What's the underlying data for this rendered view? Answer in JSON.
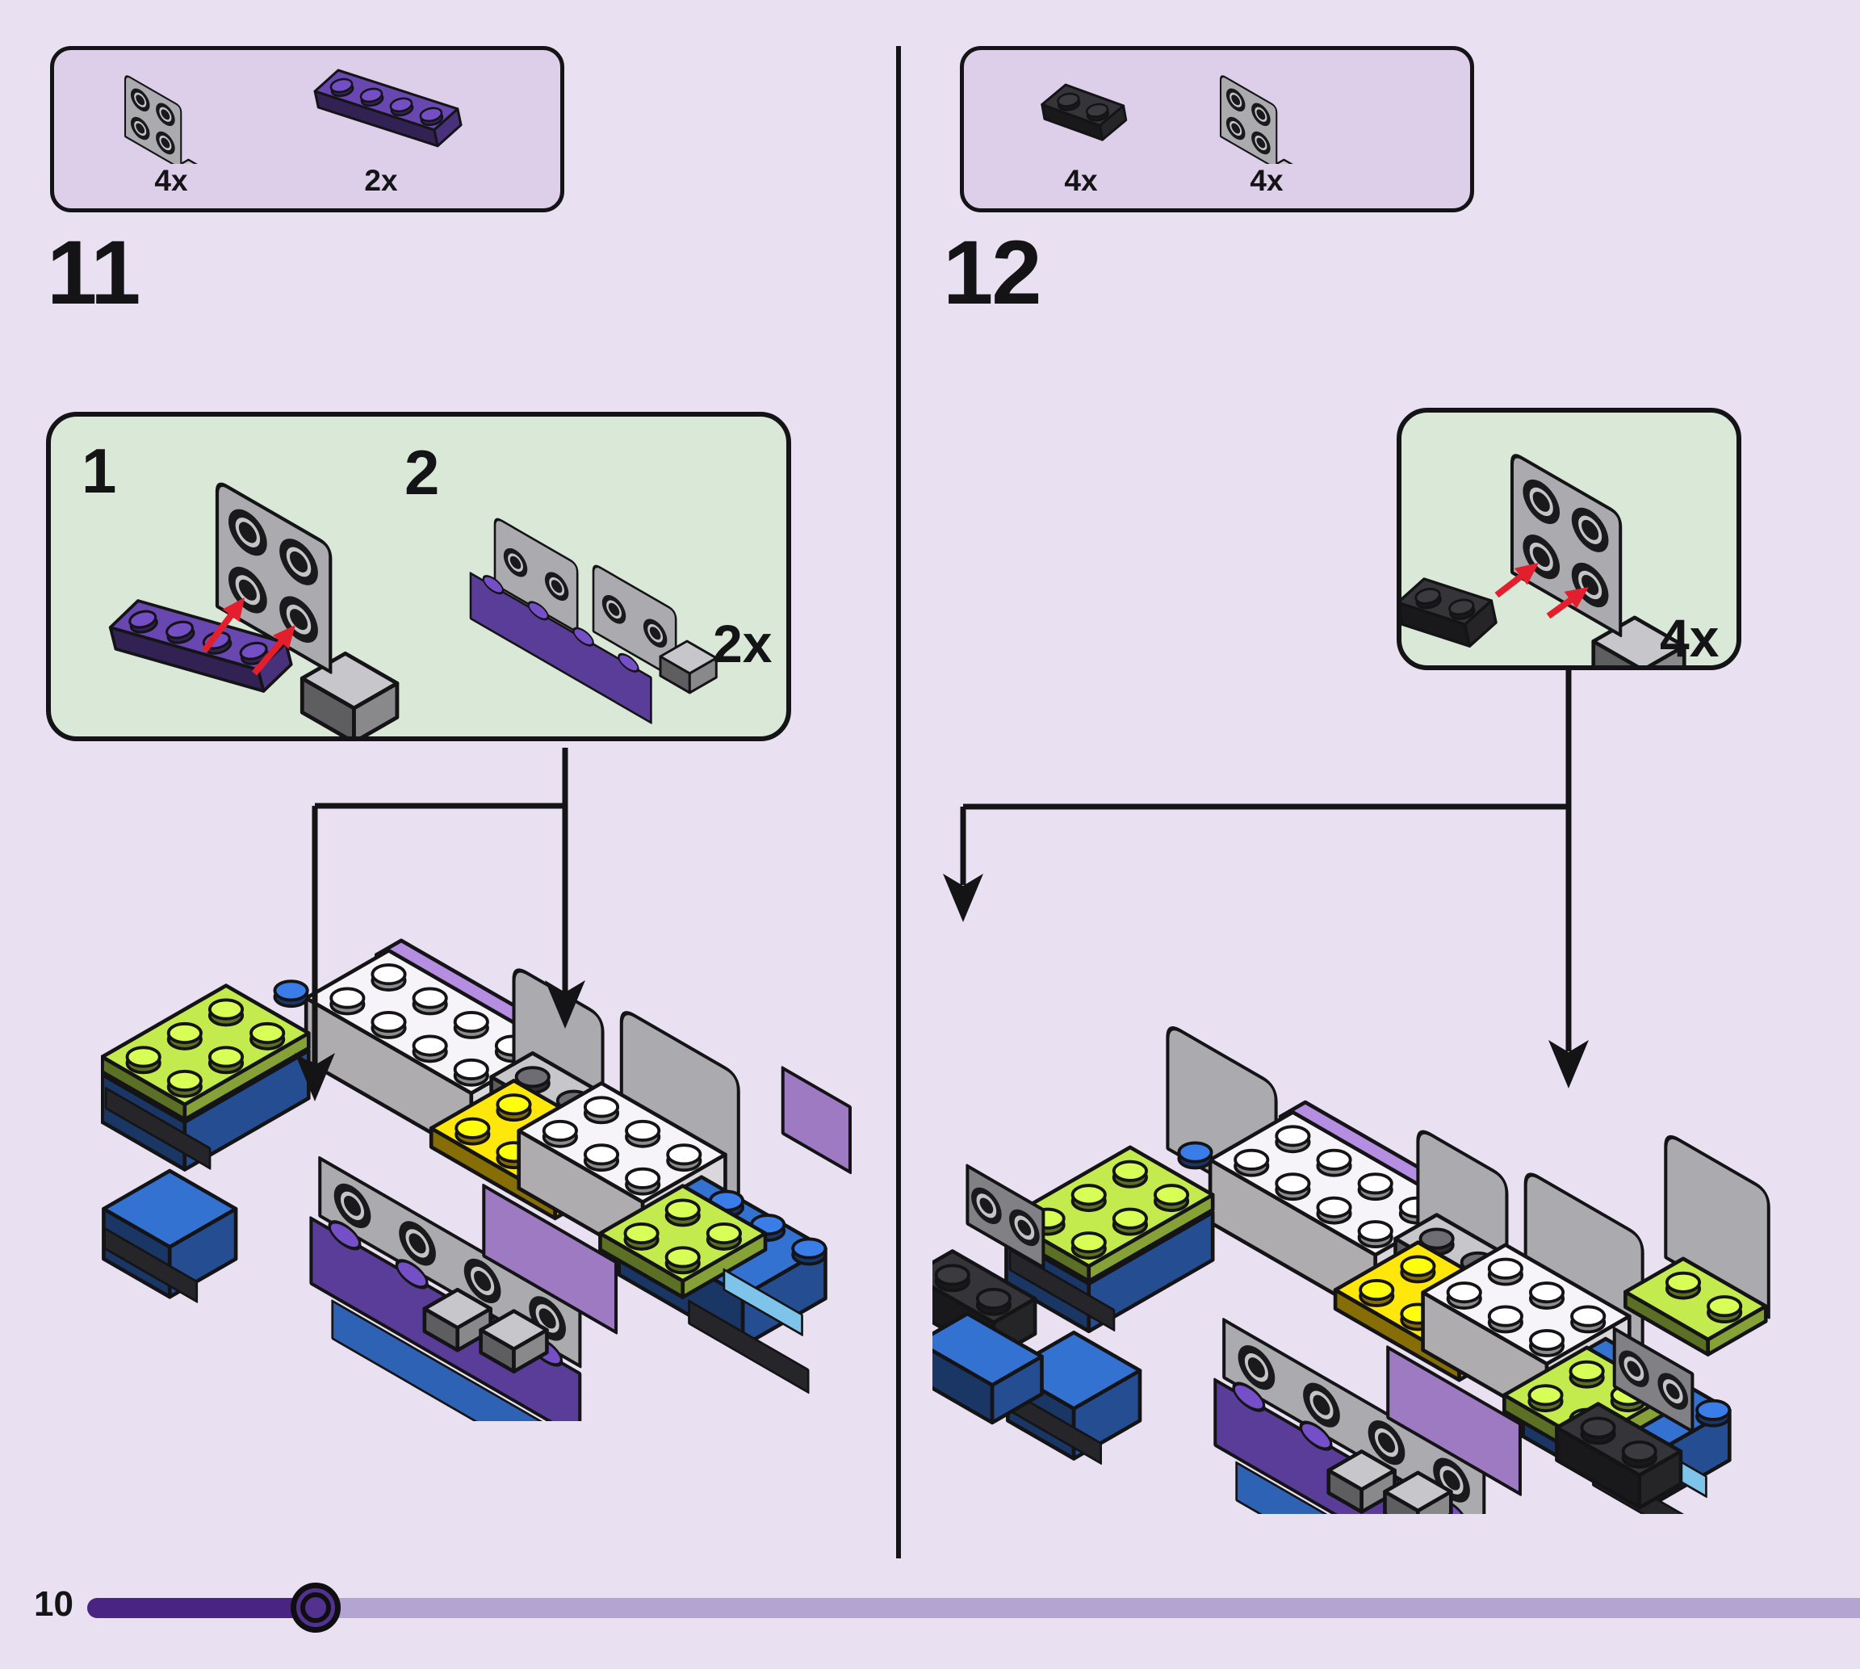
{
  "app": {
    "type": "lego-building-instructions-page"
  },
  "colors": {
    "background": "#e9e1f1",
    "parts_box_fill": "#ddcfe9",
    "subassembly_box_fill": "#d9e8d7",
    "outline": "#141417",
    "arrow_red": "#e41f2d",
    "slider_track": "#b3a4d1",
    "slider_fill": "#4a2483",
    "slider_knob": "#53318f",
    "palette": {
      "dark_purple": "#5a3d99",
      "medium_purple": "#9d7ac2",
      "blue": "#2d62b5",
      "azure": "#7ec3ea",
      "lime": "#a8cb43",
      "yellow": "#f5c70a",
      "white": "#f1eff3",
      "light_gray": "#ababaf",
      "dark_gray": "#808085",
      "black": "#2e2e31"
    }
  },
  "left_step": {
    "number": "11",
    "parts": [
      {
        "qty": "4x",
        "part": "bracket-1x2-2x2-light-gray"
      },
      {
        "qty": "2x",
        "part": "plate-1x4-dark-purple"
      }
    ],
    "callout": {
      "substep1": "1",
      "substep2": "2",
      "quantity": "2x"
    }
  },
  "right_step": {
    "number": "12",
    "parts": [
      {
        "qty": "4x",
        "part": "plate-1x2-black"
      },
      {
        "qty": "4x",
        "part": "bracket-1x2-2x2-light-gray"
      }
    ],
    "callout": {
      "quantity": "4x"
    }
  },
  "footer": {
    "page_number": "10",
    "progress_percent": 13
  }
}
